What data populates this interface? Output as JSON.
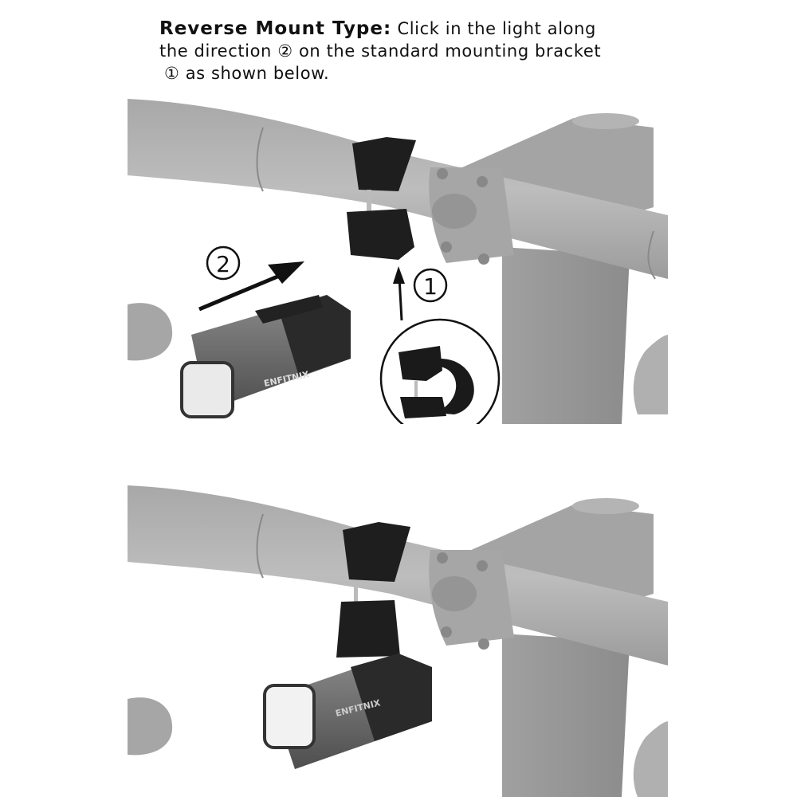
{
  "instruction": {
    "title": "Reverse Mount Type:",
    "text_line1": "Click in the light along",
    "text_line2": "the direction ② on the standard mounting bracket",
    "text_line3": "① as shown below."
  },
  "top_panel": {
    "step_2_label": "2",
    "step_1_label": "1",
    "light_brand": "ENFITNIX"
  },
  "bottom_panel": {
    "light_brand": "ENFITNIX"
  },
  "colors": {
    "handlebar": "#b4b4b4",
    "handlebar_shadow": "#9a9a9a",
    "bracket": "#1e1e1e",
    "light_body": "#6e6e6e",
    "light_rear": "#2a2a2a",
    "background": "#ffffff"
  }
}
